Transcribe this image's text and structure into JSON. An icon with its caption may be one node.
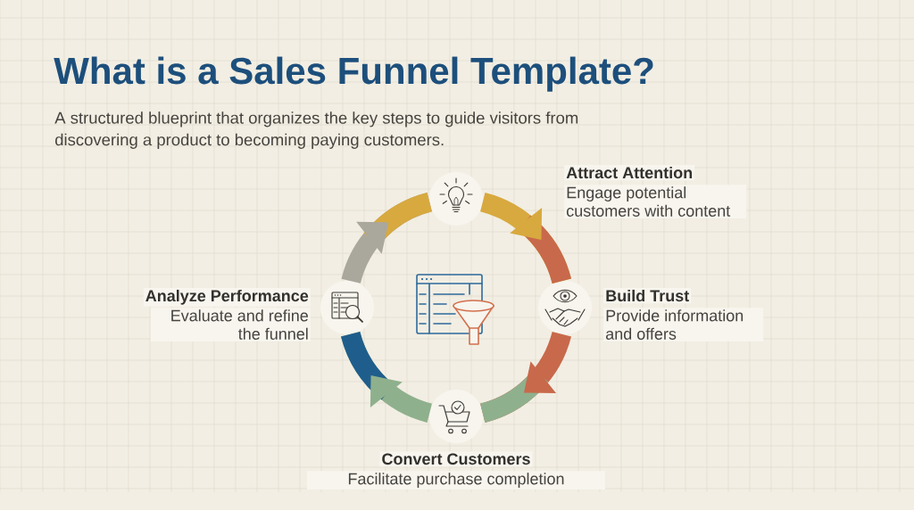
{
  "diagram": {
    "title": "What is a Sales Funnel Template?",
    "nodes": [
      {
        "text": [
          "Attract Attention",
          "Engage potential customers with content"
        ]
      },
      {
        "text": [
          "Build Trust",
          "Provide information and offers"
        ]
      },
      {
        "text": [
          "Convert Customers",
          "Facilitate purchase completion"
        ]
      },
      {
        "text": [
          "Analyze Performance",
          "Evaluate and refine the funnel"
        ]
      }
    ],
    "edges": [
      {
        "from": 0,
        "to": 1,
        "arrow": "to",
        "color": "#d8a93e"
      },
      {
        "from": 1,
        "to": 2,
        "arrow": "to",
        "color": "#c8694b"
      },
      {
        "from": 2,
        "to": 3,
        "arrow": "to",
        "color": "#8fb08d"
      },
      {
        "from": 3,
        "to": 0,
        "arrow": "to",
        "color": "#aaa79d"
      }
    ],
    "labels": [
      "A structured blueprint that organizes the key steps to guide visitors from discovering a product to becoming paying customers."
    ]
  }
}
